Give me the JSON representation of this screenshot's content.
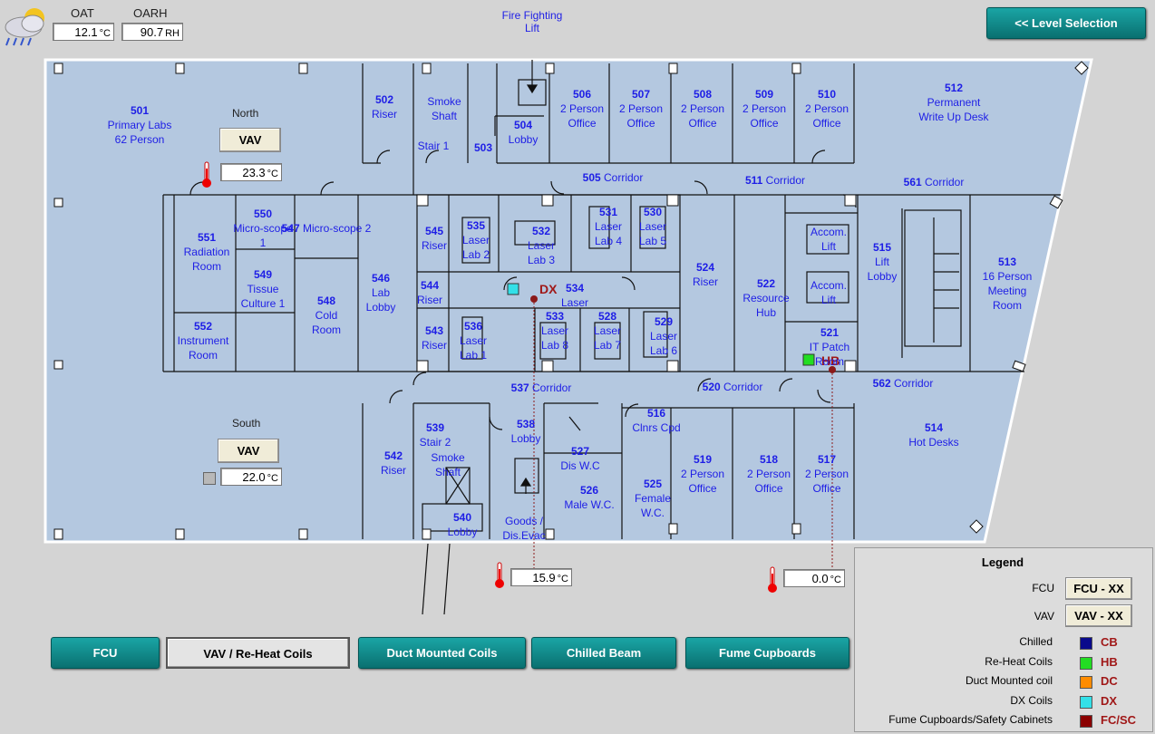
{
  "weather": {
    "icon": "cloud-rain-sun-icon"
  },
  "oat": {
    "label": "OAT",
    "value": "12.1",
    "unit": "°C"
  },
  "oarh": {
    "label": "OARH",
    "value": "90.7",
    "unit": "RH"
  },
  "level_button": "<< Level Selection",
  "fire_lift": {
    "line1": "Fire Fighting",
    "line2": "Lift"
  },
  "north": {
    "label": "North",
    "vav": "VAV",
    "temp": "23.3",
    "unit": "°C"
  },
  "south": {
    "label": "South",
    "vav": "VAV",
    "temp": "22.0",
    "unit": "°C"
  },
  "dx": {
    "label": "DX",
    "temp": "15.9",
    "unit": "°C"
  },
  "hb": {
    "label": "HB",
    "temp": "0.0",
    "unit": "°C"
  },
  "rooms": [
    {
      "num": "501",
      "lines": [
        "Primary Labs",
        "62 Person"
      ]
    },
    {
      "num": "502",
      "lines": [
        "Riser"
      ]
    },
    {
      "num": "",
      "lines": [
        "Smoke",
        "Shaft"
      ]
    },
    {
      "num": "",
      "lines": [
        "Stair 1"
      ]
    },
    {
      "num": "503",
      "lines": []
    },
    {
      "num": "504",
      "lines": [
        "Lobby"
      ]
    },
    {
      "num": "506",
      "lines": [
        "2 Person",
        "Office"
      ]
    },
    {
      "num": "507",
      "lines": [
        "2 Person",
        "Office"
      ]
    },
    {
      "num": "508",
      "lines": [
        "2 Person",
        "Office"
      ]
    },
    {
      "num": "509",
      "lines": [
        "2 Person",
        "Office"
      ]
    },
    {
      "num": "510",
      "lines": [
        "2 Person",
        "Office"
      ]
    },
    {
      "num": "512",
      "lines": [
        "Permanent",
        "Write Up Desk"
      ]
    },
    {
      "num": "505",
      "lines": [
        "Corridor"
      ]
    },
    {
      "num": "511",
      "lines": [
        "Corridor"
      ]
    },
    {
      "num": "561",
      "lines": [
        "Corridor"
      ]
    },
    {
      "num": "551",
      "lines": [
        "Radiation",
        "Room"
      ]
    },
    {
      "num": "550",
      "lines": [
        "Micro-scope",
        "1"
      ]
    },
    {
      "num": "547",
      "lines": [
        "Micro-scope 2"
      ]
    },
    {
      "num": "549",
      "lines": [
        "Tissue",
        "Culture 1"
      ]
    },
    {
      "num": "548",
      "lines": [
        "Cold",
        "Room"
      ]
    },
    {
      "num": "552",
      "lines": [
        "Instrument",
        "Room"
      ]
    },
    {
      "num": "546",
      "lines": [
        "Lab",
        "Lobby"
      ]
    },
    {
      "num": "545",
      "lines": [
        "Riser"
      ]
    },
    {
      "num": "544",
      "lines": [
        "Riser"
      ]
    },
    {
      "num": "543",
      "lines": [
        "Riser"
      ]
    },
    {
      "num": "535",
      "lines": [
        "Laser",
        "Lab 2"
      ]
    },
    {
      "num": "532",
      "lines": [
        "Laser",
        "Lab 3"
      ]
    },
    {
      "num": "531",
      "lines": [
        "Laser",
        "Lab 4"
      ]
    },
    {
      "num": "530",
      "lines": [
        "Laser",
        "Lab 5"
      ]
    },
    {
      "num": "534",
      "lines": [
        "Laser"
      ]
    },
    {
      "num": "536",
      "lines": [
        "Laser",
        "Lab 1"
      ]
    },
    {
      "num": "533",
      "lines": [
        "Laser",
        "Lab 8"
      ]
    },
    {
      "num": "528",
      "lines": [
        "Laser",
        "Lab 7"
      ]
    },
    {
      "num": "529",
      "lines": [
        "Laser",
        "Lab 6"
      ]
    },
    {
      "num": "524",
      "lines": [
        "Riser"
      ]
    },
    {
      "num": "522",
      "lines": [
        "Resource",
        "Hub"
      ]
    },
    {
      "num": "",
      "lines": [
        "Accom.",
        "Lift"
      ]
    },
    {
      "num": "",
      "lines": [
        "Accom.",
        "Lift"
      ]
    },
    {
      "num": "521",
      "lines": [
        "IT Patch",
        "Room"
      ]
    },
    {
      "num": "515",
      "lines": [
        "Lift",
        "Lobby"
      ]
    },
    {
      "num": "513",
      "lines": [
        "16 Person",
        "Meeting",
        "Room"
      ]
    },
    {
      "num": "562",
      "lines": [
        "Corridor"
      ]
    },
    {
      "num": "537",
      "lines": [
        "Corridor"
      ]
    },
    {
      "num": "520",
      "lines": [
        "Corridor"
      ]
    },
    {
      "num": "539",
      "lines": [
        "Stair 2"
      ]
    },
    {
      "num": "538",
      "lines": [
        "Lobby"
      ]
    },
    {
      "num": "527",
      "lines": [
        "Dis W.C"
      ]
    },
    {
      "num": "516",
      "lines": [
        "Clnrs Cpd"
      ]
    },
    {
      "num": "542",
      "lines": [
        "Riser"
      ]
    },
    {
      "num": "",
      "lines": [
        "Smoke",
        "Shaft"
      ]
    },
    {
      "num": "526",
      "lines": [
        "Male W.C."
      ]
    },
    {
      "num": "525",
      "lines": [
        "Female",
        "W.C."
      ]
    },
    {
      "num": "519",
      "lines": [
        "2 Person",
        "Office"
      ]
    },
    {
      "num": "518",
      "lines": [
        "2 Person",
        "Office"
      ]
    },
    {
      "num": "517",
      "lines": [
        "2 Person",
        "Office"
      ]
    },
    {
      "num": "514",
      "lines": [
        "Hot Desks"
      ]
    },
    {
      "num": "540",
      "lines": [
        "Lobby"
      ]
    },
    {
      "num": "",
      "lines": [
        "Goods /",
        "Dis.Evac"
      ]
    }
  ],
  "tabs": [
    {
      "label": "FCU",
      "active": false
    },
    {
      "label": "VAV / Re-Heat Coils",
      "active": true
    },
    {
      "label": "Duct Mounted Coils",
      "active": false
    },
    {
      "label": "Chilled Beam",
      "active": false
    },
    {
      "label": "Fume Cupboards",
      "active": false
    }
  ],
  "legend": {
    "title": "Legend",
    "fcu_label": "FCU",
    "fcu_button": "FCU - XX",
    "vav_label": "VAV",
    "vav_button": "VAV - XX",
    "items": [
      {
        "label": "Chilled",
        "code": "CB",
        "color": "#0a0a8c"
      },
      {
        "label": "Re-Heat Coils",
        "code": "HB",
        "color": "#22dd22"
      },
      {
        "label": "Duct Mounted coil",
        "code": "DC",
        "color": "#ff8c00"
      },
      {
        "label": "DX Coils",
        "code": "DX",
        "color": "#33e0e8"
      },
      {
        "label": "Fume Cupboards/Safety Cabinets",
        "code": "FC/SC",
        "color": "#8b0000"
      }
    ]
  }
}
